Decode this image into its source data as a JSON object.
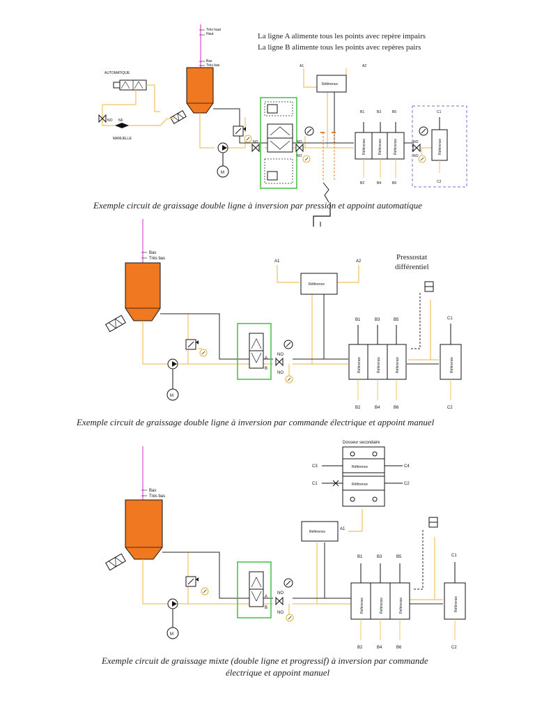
{
  "notes": {
    "line_a": "La ligne A alimente tous les points avec repère impairs",
    "line_b": "La ligne B alimente tous les points avec repères pairs"
  },
  "captions": {
    "c1": "Exemple circuit de graissage double ligne à inversion par pression et appoint automatique",
    "c2": "Exemple circuit de graissage double ligne à inversion par commande électrique et appoint manuel",
    "c3_line1": "Exemple circuit de graissage mixte (double ligne et progressif) à inversion par commande",
    "c3_line2": "électrique et appoint manuel"
  },
  "labels": {
    "tres_haut": "Très haut",
    "haut": "Haut",
    "bas": "Bas",
    "tres_bas": "Très bas",
    "automatique": "AUTOMATIQUE",
    "manuelle": "MANUELLE",
    "no": "NO",
    "nf": "NF",
    "a": "A",
    "b": "B",
    "m": "M",
    "reference": "Référence",
    "pressostat_1": "Pressostat",
    "pressostat_2": "différentiel",
    "dosseur": "Dosseur secondaire",
    "a1": "A1",
    "a2": "A2",
    "b1": "B1",
    "b2": "B2",
    "b3": "B3",
    "b4": "B4",
    "b5": "B5",
    "b6": "B6",
    "c1": "C1",
    "c2": "C2",
    "c3": "C3",
    "c4": "C4"
  },
  "colors": {
    "reservoir": "#f07820",
    "fill_tube": "#e070e0",
    "line_yellow": "#f0c060",
    "line_black": "#222222",
    "valve_frame": "#40c040",
    "dashed_blue": "#7070d0",
    "dashed_orange": "#e08030"
  }
}
